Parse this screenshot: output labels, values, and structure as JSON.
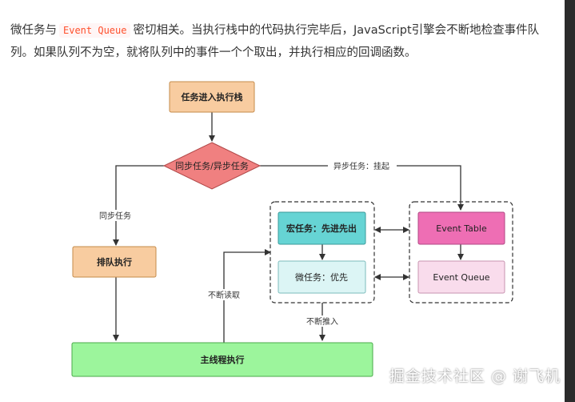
{
  "paragraph": {
    "before": "微任务与",
    "code": "Event Queue",
    "after": "密切相关。当执行栈中的代码执行完毕后，JavaScript引擎会不断地检查事件队列。如果队列不为空，就将队列中的事件一个个取出，并执行相应的回调函数。"
  },
  "nodes": {
    "enter_stack": "任务进入执行栈",
    "sync_async": "同步任务/异步任务",
    "queue_exec": "排队执行",
    "macro": "宏任务：先进先出",
    "micro": "微任务：优先",
    "event_table": "Event Table",
    "event_queue": "Event Queue",
    "main_thread": "主线程执行"
  },
  "edges": {
    "sync": "同步任务",
    "async": "异步任务：挂起",
    "read": "不断读取",
    "push": "不断推入"
  },
  "colors": {
    "orange": "#f8cca0",
    "orange_border": "#c58b4a",
    "diamond": "#f08080",
    "diamond_border": "#b04848",
    "teal": "#66d4d4",
    "teal_light": "#dcf5f5",
    "pink": "#ee6eb4",
    "pink_light": "#f9dcec",
    "green": "#9cf59c",
    "green_border": "#4aaa4a"
  },
  "watermark": "掘金技术社区 @ 谢飞机"
}
